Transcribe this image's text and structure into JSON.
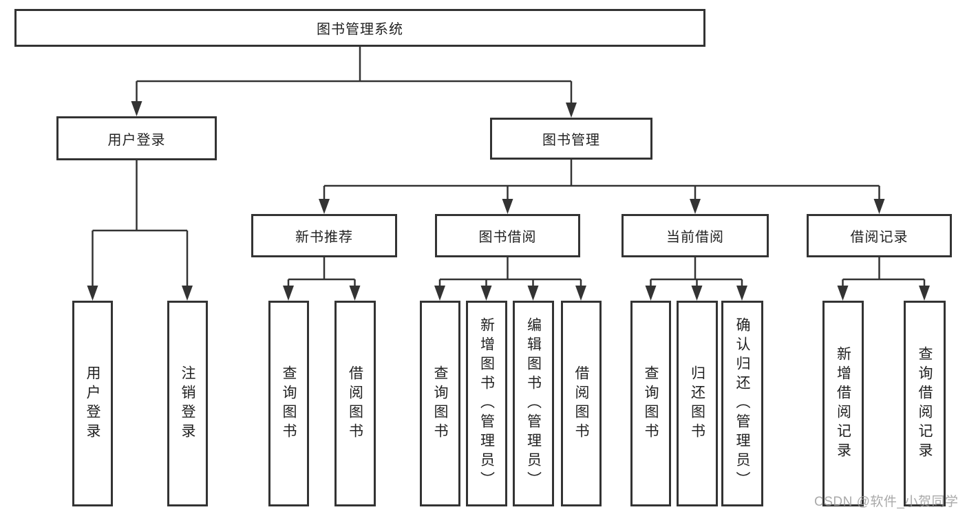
{
  "diagram": {
    "root": {
      "label": "图书管理系统"
    },
    "level2": [
      {
        "label": "用户登录"
      },
      {
        "label": "图书管理"
      }
    ],
    "level3": [
      {
        "label": "新书推荐"
      },
      {
        "label": "图书借阅"
      },
      {
        "label": "当前借阅"
      },
      {
        "label": "借阅记录"
      }
    ],
    "leaves": {
      "user_login": [
        {
          "label": "用户登录"
        },
        {
          "label": "注销登录"
        }
      ],
      "new_book": [
        {
          "label": "查询图书"
        },
        {
          "label": "借阅图书"
        }
      ],
      "book_borrow": [
        {
          "label": "查询图书"
        },
        {
          "label": "新增图书（管理员）"
        },
        {
          "label": "编辑图书（管理员）"
        },
        {
          "label": "借阅图书"
        }
      ],
      "current_borrow": [
        {
          "label": "查询图书"
        },
        {
          "label": "归还图书"
        },
        {
          "label": "确认归还（管理员）"
        }
      ],
      "borrow_record": [
        {
          "label": "新增借阅记录"
        },
        {
          "label": "查询借阅记录"
        }
      ]
    }
  },
  "watermark": "CSDN @软件_小贺同学",
  "colors": {
    "line": "#333333",
    "text": "#222222",
    "watermark": "#9b9b9b"
  }
}
